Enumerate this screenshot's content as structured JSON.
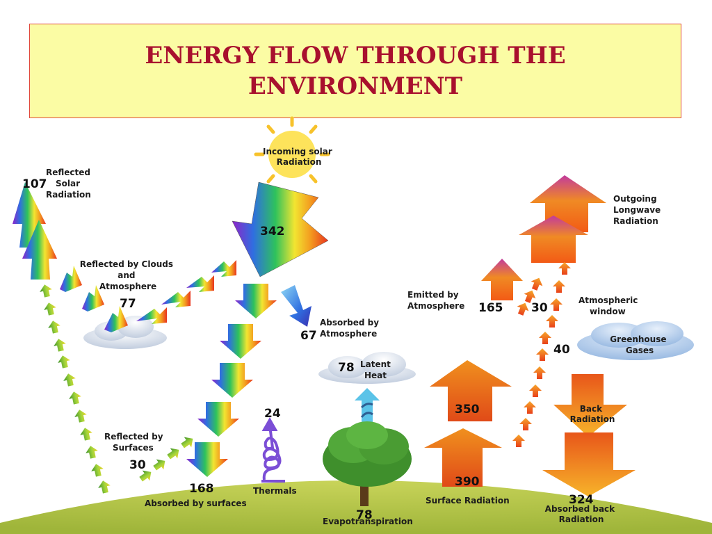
{
  "title": "ENERGY FLOW THROUGH  THE ENVIRONMENT",
  "labels": {
    "reflected_solar": [
      "Reflected",
      "Solar",
      "Radiation"
    ],
    "incoming_solar": [
      "Incoming solar",
      "Radiation"
    ],
    "reflected_clouds": [
      "Reflected by Clouds",
      "and",
      "Atmosphere"
    ],
    "absorbed_atmosphere": [
      "Absorbed by",
      "Atmosphere"
    ],
    "emitted_atmosphere": [
      "Emitted by",
      "Atmosphere"
    ],
    "outgoing_longwave": [
      "Outgoing",
      "Longwave",
      "Radiation"
    ],
    "atmospheric_window": [
      "Atmospheric",
      "window"
    ],
    "greenhouse_gases": [
      "Greenhouse",
      "Gases"
    ],
    "latent_heat": [
      "Latent",
      "Heat"
    ],
    "back_radiation": [
      "Back",
      "Radiation"
    ],
    "reflected_surfaces": [
      "Reflected by",
      "Surfaces"
    ],
    "absorbed_surfaces": "Absorbed by surfaces",
    "thermals": "Thermals",
    "evapotranspiration": "Evapotranspiration",
    "surface_radiation": "Surface Radiation",
    "absorbed_back": [
      "Absorbed back",
      "Radiation"
    ]
  },
  "values": {
    "reflected_solar": "107",
    "incoming_solar": "342",
    "reflected_clouds": "77",
    "absorbed_atmosphere": "67",
    "absorbed_surfaces": "168",
    "reflected_surfaces": "30",
    "thermals": "24",
    "latent_heat": "78",
    "evapotranspiration": "78",
    "surface_radiation_1": "350",
    "surface_radiation_2": "390",
    "emitted_atmosphere": "165",
    "atmospheric_window": "30",
    "greenhouse": "40",
    "absorbed_back": "324"
  },
  "colors": {
    "title_bg": "#fbfca4",
    "title_border": "#e0493a",
    "title_text": "#a8102e",
    "ground": "#b3c447",
    "cloud": "#c8d4e6",
    "greenhouse_cloud": "#a8c4e4",
    "sun": "#fde049"
  }
}
